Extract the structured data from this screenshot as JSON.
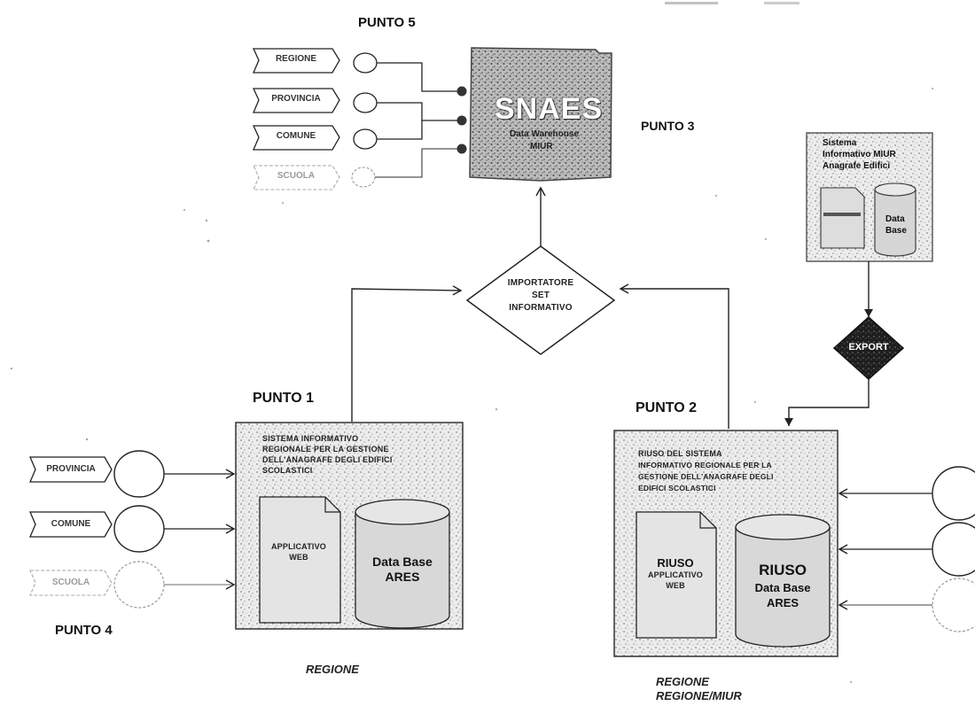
{
  "punto_labels": {
    "punto1": "PUNTO 1",
    "punto2": "PUNTO 2",
    "punto3": "PUNTO 3",
    "punto4": "PUNTO 4",
    "punto5": "PUNTO 5"
  },
  "snaes": {
    "title": "SNAES",
    "subtitle_line1": "Data Warehouse",
    "subtitle_line2": "MIUR"
  },
  "top_tags": [
    "REGIONE",
    "PROVINCIA",
    "COMUNE",
    "SCUOLA"
  ],
  "left_tags": [
    "PROVINCIA",
    "COMUNE",
    "SCUOLA"
  ],
  "importatore": {
    "line1": "IMPORTATORE",
    "line2": "SET",
    "line3": "INFORMATIVO"
  },
  "miur_system": {
    "line1": "Sistema",
    "line2": "Informativo MIUR",
    "line3": "Anagrafe Edifici",
    "db_line1": "Data",
    "db_line2": "Base"
  },
  "export_label": "EXPORT",
  "regional_system": {
    "line1": "SISTEMA INFORMATIVO",
    "line2": "REGIONALE PER LA GESTIONE",
    "line3": "DELL'ANAGRAFE DEGLI EDIFICI",
    "line4": "SCOLASTICI",
    "app_line1": "APPLICATIVO",
    "app_line2": "WEB",
    "db_line1": "Data Base",
    "db_line2": "ARES"
  },
  "reuse_system": {
    "line1": "RIUSO DEL SISTEMA",
    "line2": "INFORMATIVO REGIONALE PER LA",
    "line3": "GESTIONE DELL'ANAGRAFE DEGLI",
    "line4": "EDIFICI SCOLASTICI",
    "app_line1": "RIUSO",
    "app_line2": "APPLICATIVO",
    "app_line3": "WEB",
    "db_line1": "RIUSO",
    "db_line2": "Data Base",
    "db_line3": "ARES"
  },
  "captions": {
    "regione": "REGIONE",
    "regione_miur_line1": "REGIONE",
    "regione_miur_line2": "REGIONE/MIUR"
  }
}
